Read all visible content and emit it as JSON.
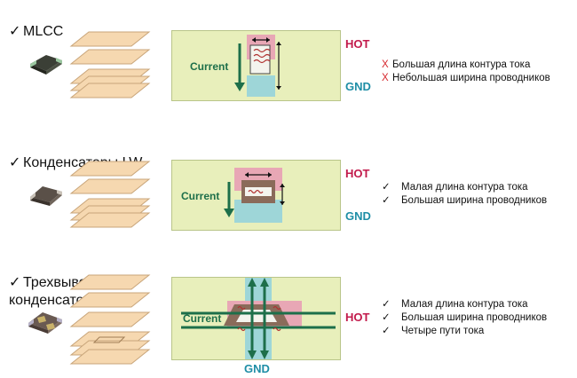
{
  "sections": [
    {
      "title": "MLCC",
      "label_current": "Current",
      "label_hot": "HOT",
      "label_gnd": "GND",
      "bullets": [
        {
          "mark": "X",
          "text": "Большая длина контура тока"
        },
        {
          "mark": "X",
          "text": "Небольшая ширина проводников"
        }
      ]
    },
    {
      "title": "Конденсаторы LW",
      "label_current": "Current",
      "label_hot": "HOT",
      "label_gnd": "GND",
      "bullets": [
        {
          "mark": "✓",
          "text": "Малая длина контура тока"
        },
        {
          "mark": "✓",
          "text": "Большая ширина проводников"
        }
      ]
    },
    {
      "title": "Трехвыводной\nконденсатор",
      "label_current": "Current",
      "label_hot": "HOT",
      "label_gnd": "GND",
      "bullets": [
        {
          "mark": "✓",
          "text": "Малая длина контура тока"
        },
        {
          "mark": "✓",
          "text": "Большая ширина проводников"
        },
        {
          "mark": "✓",
          "text": "Четыре пути тока"
        }
      ]
    }
  ],
  "check_mark": "✓",
  "colors": {
    "panel": "#e8efbb",
    "hot": "#c21a4b",
    "gnd": "#1f8ea6",
    "current_arrow": "#1d6f4a",
    "layer": "#f6d8b0",
    "x_mark": "#d6262c"
  }
}
